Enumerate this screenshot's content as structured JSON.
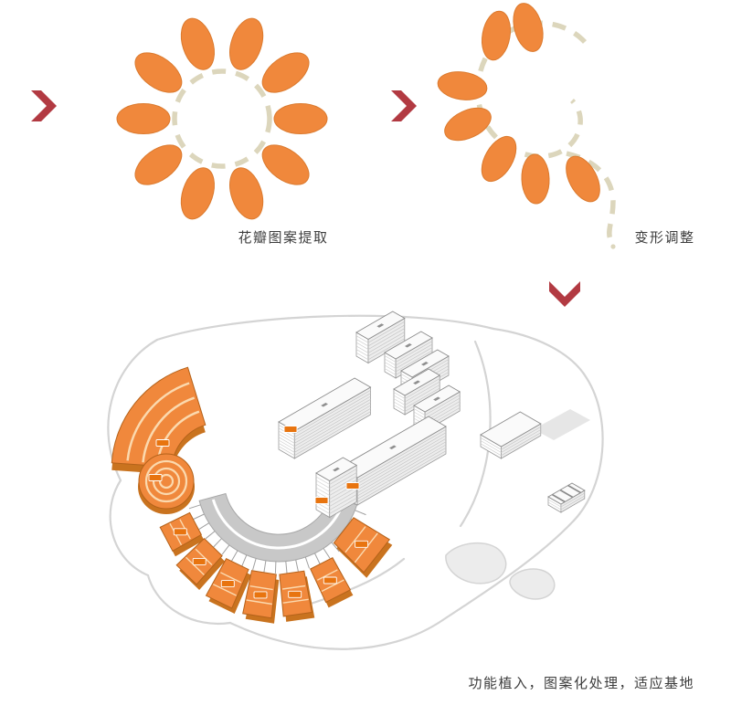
{
  "colors": {
    "petal": "#F0883C",
    "petal_stroke": "#DB7A2E",
    "orange_dark": "#C9731F",
    "label_tag": "#E8740F",
    "band_light": "#FBD9AE",
    "dash": "#DCD6BC",
    "arrow": "#B23A42",
    "caption_text": "#3D3D3D",
    "road": "#D4D4D4"
  },
  "icons": {
    "arrow_right": "chevron-right-arrow",
    "arrow_down": "chevron-down-arrow"
  },
  "steps": {
    "step1_caption": "花瓣图案提取",
    "step2_caption": "变形调整",
    "step3_caption": "功能植入，图案化处理，适应基地"
  }
}
